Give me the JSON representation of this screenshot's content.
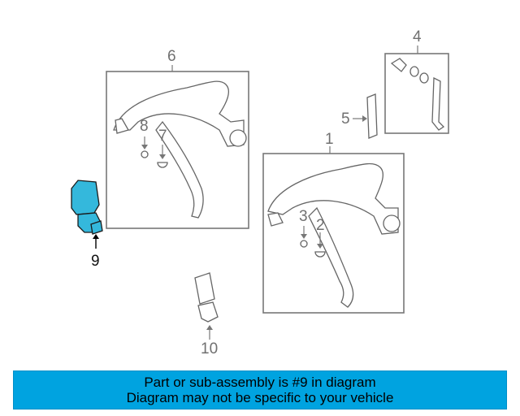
{
  "callouts": {
    "c1": "1",
    "c2": "2",
    "c3": "3",
    "c4": "4",
    "c5": "5",
    "c6": "6",
    "c7": "7",
    "c8": "8",
    "c9": "9",
    "c10": "10"
  },
  "highlight_part": "9",
  "highlight_color": "#34b8dc",
  "banner": {
    "line1": "Part or sub-assembly is #9 in diagram",
    "line2": "Diagram may not be specific to your vehicle",
    "background": "#00a3e0"
  }
}
